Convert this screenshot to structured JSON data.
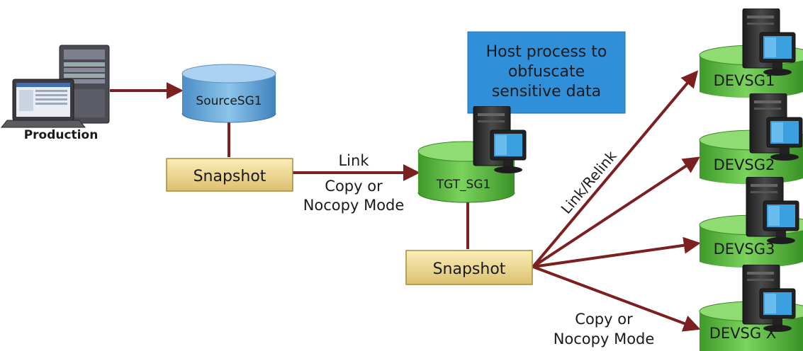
{
  "diagram": {
    "production_label": "Production",
    "source_db_label": "SourceSG1",
    "snapshot1_label": "Snapshot",
    "link_label": "Link",
    "copy_mode_line1": "Copy or",
    "copy_mode_line2": "Nocopy Mode",
    "host_process_line1": "Host process to",
    "host_process_line2": "obfuscate",
    "host_process_line3": "sensitive data",
    "target_db_label": "TGT_SG1",
    "snapshot2_label": "Snapshot",
    "link_relink_label": "Link/Relink",
    "copy_mode2_line1": "Copy or",
    "copy_mode2_line2": "Nocopy Mode",
    "dev_db_labels": [
      "DEVSG1",
      "DEVSG2",
      "DEVSG3",
      "DEVSG X"
    ]
  },
  "colors": {
    "arrow": "#7b1f1f",
    "source_db": "#5a9fd4",
    "green_db": "#56b83a",
    "snapshot_box": "#efd98a",
    "host_box": "#2f8fd8"
  }
}
